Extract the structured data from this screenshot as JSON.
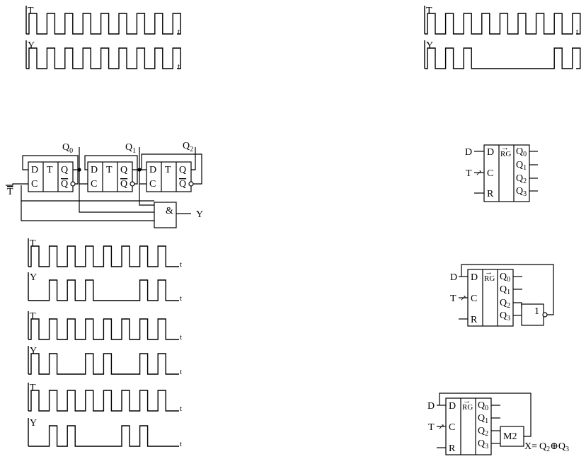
{
  "waveforms": {
    "t_label": "t",
    "top_left": {
      "clock_label": "T",
      "output_label": "Y",
      "clock_pattern": [
        1,
        1,
        1,
        1,
        1,
        1,
        1,
        1,
        1
      ],
      "output_pattern": [
        1,
        1,
        1,
        1,
        1,
        1,
        1,
        1,
        1
      ]
    },
    "top_right": {
      "clock_label": "T",
      "output_label": "Y",
      "clock_pattern": [
        1,
        1,
        1,
        1,
        1,
        1,
        1,
        1,
        1
      ],
      "output_pattern": [
        1,
        1,
        1,
        0,
        0,
        0,
        0,
        1,
        1
      ]
    },
    "option_1": {
      "clock_label": "T",
      "output_label": "Y",
      "clock_pattern": [
        1,
        1,
        1,
        1,
        1,
        1,
        1,
        1
      ],
      "output_pattern": [
        0,
        1,
        1,
        1,
        0,
        0,
        1,
        1
      ]
    },
    "option_2": {
      "clock_label": "T",
      "output_label": "Y",
      "clock_pattern": [
        1,
        1,
        1,
        1,
        1,
        1,
        1,
        1
      ],
      "output_pattern": [
        1,
        1,
        0,
        1,
        1,
        0,
        1,
        1
      ]
    },
    "option_3": {
      "clock_label": "T",
      "output_label": "Y",
      "clock_pattern": [
        1,
        1,
        1,
        1,
        1,
        1,
        1,
        1
      ],
      "output_pattern": [
        0,
        1,
        1,
        0,
        0,
        1,
        1,
        0
      ]
    }
  },
  "counter": {
    "clock_input": "T",
    "output": "Y",
    "and_gate": "&",
    "outputs": [
      {
        "base": "Q",
        "sub": "0"
      },
      {
        "base": "Q",
        "sub": "1"
      },
      {
        "base": "Q",
        "sub": "2"
      }
    ],
    "flipflop": {
      "d": "D",
      "c": "C",
      "type": "T",
      "q": "Q",
      "qbar": "Q"
    }
  },
  "register": {
    "title": "RG",
    "inputs": [
      "D",
      "C",
      "R"
    ],
    "clock_label": "T",
    "q_base": "Q",
    "q_subs": [
      "0",
      "1",
      "2",
      "3"
    ],
    "or_gate": "1",
    "xor_gate": "M2",
    "xor_output": {
      "lhs": "X=",
      "a_base": "Q",
      "a_sub": "2",
      "b_base": "Q",
      "b_sub": "3"
    }
  }
}
